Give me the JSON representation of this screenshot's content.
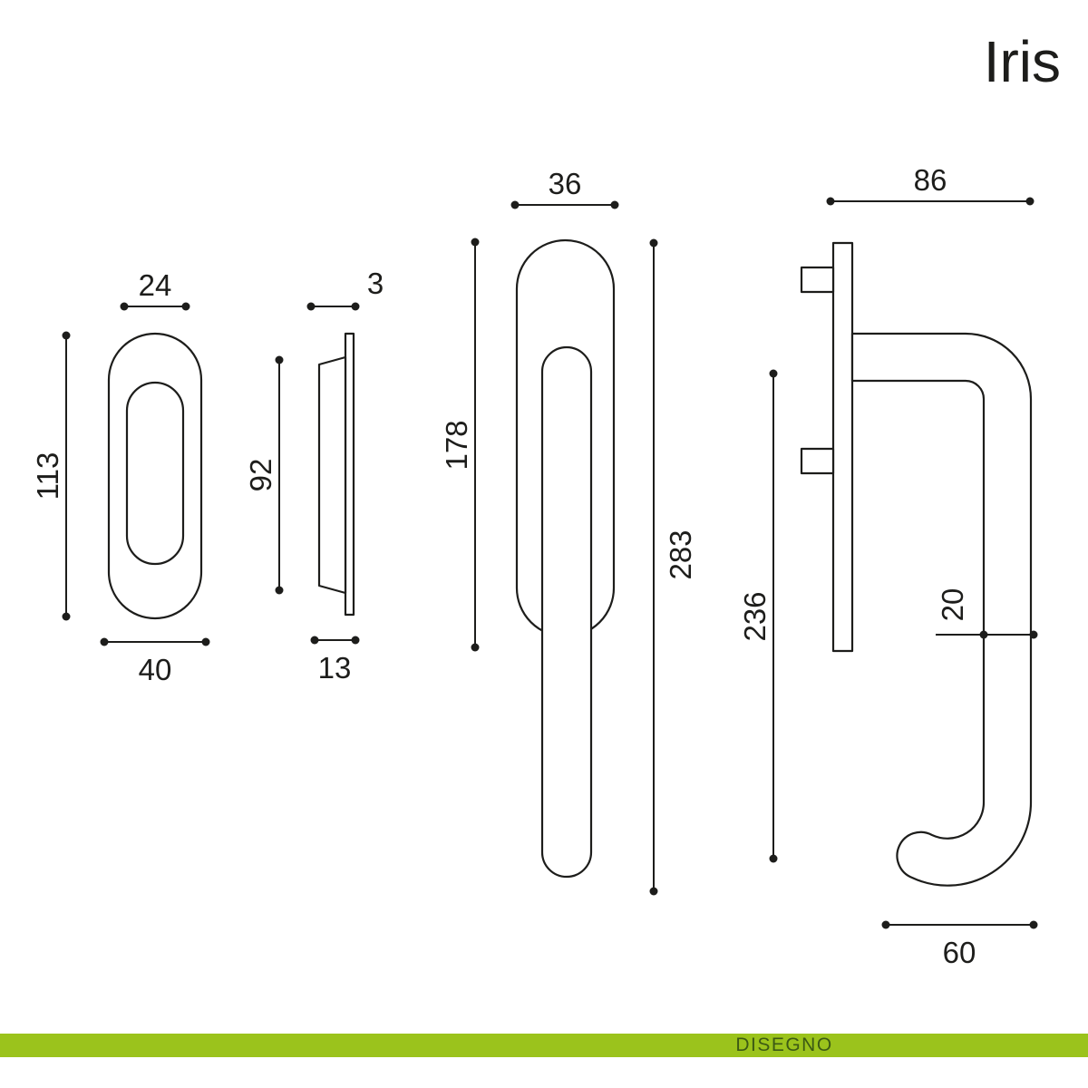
{
  "title": "Iris",
  "footer": {
    "label": "DISEGNO",
    "bar_color": "#9BC31C",
    "text_color": "#3C5A14"
  },
  "line_color": "#1d1d1b",
  "views": {
    "escutcheon_front": {
      "dims": {
        "inner_width": "24",
        "height": "113",
        "outer_width": "40"
      }
    },
    "escutcheon_side": {
      "dims": {
        "thickness": "3",
        "recess_height": "92",
        "depth": "13"
      }
    },
    "handle_front": {
      "dims": {
        "width": "36",
        "plate_height": "178",
        "total_height": "283"
      }
    },
    "handle_side": {
      "dims": {
        "projection": "86",
        "height": "236",
        "tube_diameter": "20",
        "bottom_projection": "60"
      }
    }
  }
}
